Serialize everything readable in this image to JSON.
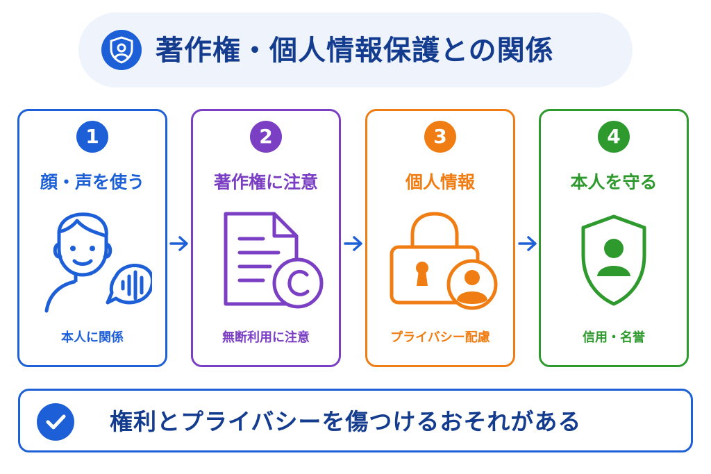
{
  "title": "著作権・個人情報保護との関係",
  "steps": [
    {
      "number": "1",
      "title": "顔・声を使う",
      "subtitle": "本人に関係",
      "illustration": "face-voice-icon",
      "color": "#1d5fd6"
    },
    {
      "number": "2",
      "title": "著作権に注意",
      "subtitle": "無断利用に注意",
      "illustration": "copyright-document-icon",
      "color": "#7b3fc4"
    },
    {
      "number": "3",
      "title": "個人情報",
      "subtitle": "プライバシー配慮",
      "illustration": "lock-person-icon",
      "color": "#f07d13"
    },
    {
      "number": "4",
      "title": "本人を守る",
      "subtitle": "信用・名誉",
      "illustration": "shield-person-icon",
      "color": "#2e9a2e"
    }
  ],
  "conclusion": "権利とプライバシーを傷つけるおそれがある",
  "colors": {
    "primary": "#1d5fd6",
    "navy": "#143c8e",
    "pill": "#eef3fc"
  }
}
